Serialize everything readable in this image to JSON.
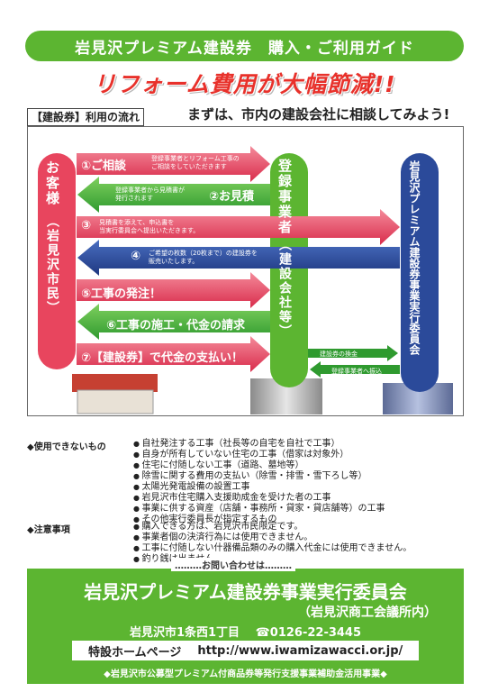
{
  "header": {
    "title": "岩見沢プレミアム建設券　購入・ご利用ガイド"
  },
  "headline": "リフォーム費用が大幅節減!!",
  "flow": {
    "tag": "【建設券】利用の流れ",
    "subhead": "まずは、市内の建設会社に相談してみよう!",
    "customer": {
      "title": "お客様",
      "sub": "（岩見沢市民）"
    },
    "builder": {
      "title": "登録事業者",
      "sub": "（建設会社等）"
    },
    "committee": {
      "title": "岩見沢プレミアム建設券事業実行委員会"
    },
    "steps": [
      {
        "label": "①ご相談",
        "note": "登録事業者とリフォーム工事の\nご相談をしていただきます"
      },
      {
        "label": "②お見積",
        "note": "登録事業者から見積書が\n発行されます"
      },
      {
        "label": "③",
        "note": "見積書を添えて、申込書を\n当実行委員会へ提出いただきます。"
      },
      {
        "label": "④",
        "note": "ご希望の枚数（20枚まで）の建設券を\n販売いたします。"
      },
      {
        "label": "⑤工事の発注！",
        "note": ""
      },
      {
        "label": "⑥工事の施工・代金の請求",
        "note": ""
      },
      {
        "label": "⑦【建設券】で代金の支払い！",
        "note": ""
      }
    ],
    "exchange": {
      "to_committee": "建設券の換金",
      "to_builder": "登録事業者へ振込"
    }
  },
  "rules": {
    "unusable_head": "◆使用できないもの",
    "unusable": [
      "自社発注する工事（社長等の自宅を自社で工事）",
      "自身が所有していない住宅の工事（借家は対象外）",
      "住宅に付随しない工事（道路、墓地等）",
      "除雪に関する費用の支払い（除雪・排雪・雪下ろし等）",
      "太陽光発電設備の設置工事",
      "岩見沢市住宅購入支援助成金を受けた者の工事",
      "事業に供する資産（店舗・事務所・貸家・貸店舗等）の工事",
      "その他実行委員長が指定するもの"
    ],
    "notes_head": "◆注意事項",
    "notes": [
      "購入できる方は、岩見沢市民限定です。",
      "事業者個の決済行為には使用できません。",
      "工事に付随しない什器備品類のみの購入代金には使用できません。",
      "釣り銭は出ません。"
    ]
  },
  "footer": {
    "contact_caption": "………お問い合わせは………",
    "org": "岩見沢プレミアム建設券事業実行委員会",
    "org_sub": "（岩見沢商工会議所内）",
    "address": "岩見沢市1条西1丁目",
    "phone": "☎0126-22-3445",
    "web_label": "特設ホームページ",
    "web_url": "http://www.iwamizawacci.or.jp/",
    "note": "◆岩見沢市公募型プレミアム付商品券等発行支援事業補助金活用事業◆"
  },
  "colors": {
    "green": "#5cb531",
    "red_arrow": "#e8455e",
    "green_arrow": "#3aa83a",
    "blue_arrow": "#2b4a9a",
    "headline_red": "#e8312b"
  }
}
